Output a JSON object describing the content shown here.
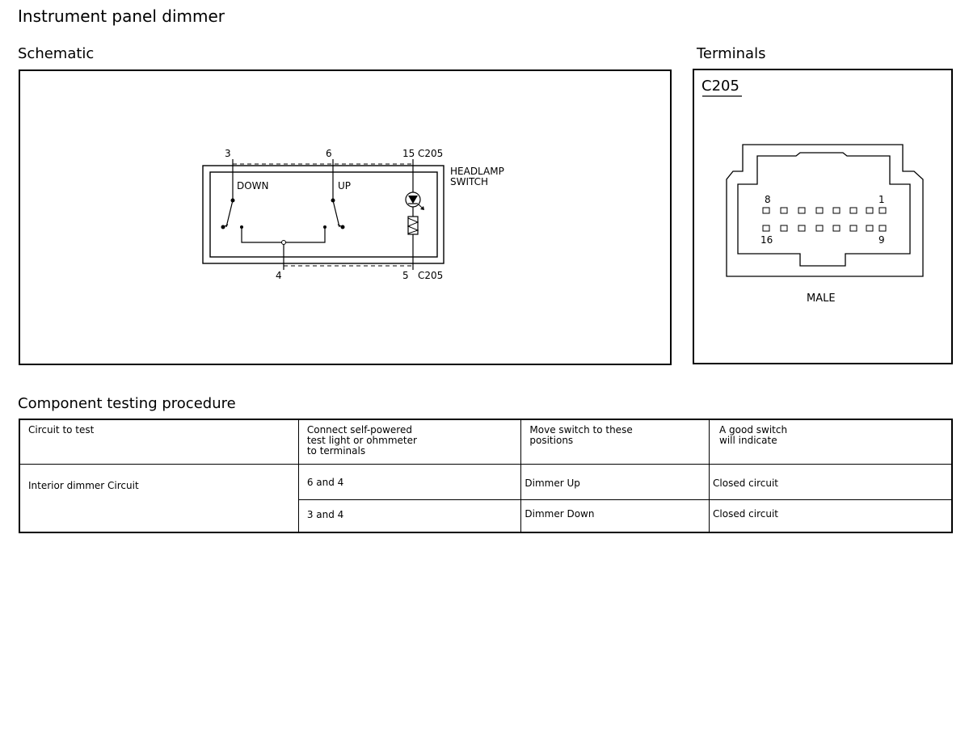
{
  "page_title": "Instrument panel dimmer",
  "schematic": {
    "heading": "Schematic",
    "pin_3": "3",
    "pin_6": "6",
    "pin_15": "15",
    "pin_4": "4",
    "pin_5": "5",
    "connector_top": "C205",
    "connector_bottom": "C205",
    "component_line1": "HEADLAMP",
    "component_line2": "SWITCH",
    "down_label": "DOWN",
    "up_label": "UP"
  },
  "terminals": {
    "heading": "Terminals",
    "connector_id": "C205",
    "pin_8": "8",
    "pin_1": "1",
    "pin_16": "16",
    "pin_9": "9",
    "gender": "MALE"
  },
  "procedure": {
    "heading": "Component testing procedure",
    "headers": [
      "Circuit to test",
      "Connect self-powered\ntest light or ohmmeter\nto terminals",
      "Move switch to these\npositions",
      "A good switch\nwill indicate"
    ],
    "circuit": "Interior dimmer Circuit",
    "rows": [
      {
        "terminals": "6 and 4",
        "position": "Dimmer Up",
        "result": "Closed circuit"
      },
      {
        "terminals": "3 and 4",
        "position": "Dimmer Down",
        "result": "Closed circuit"
      }
    ]
  }
}
